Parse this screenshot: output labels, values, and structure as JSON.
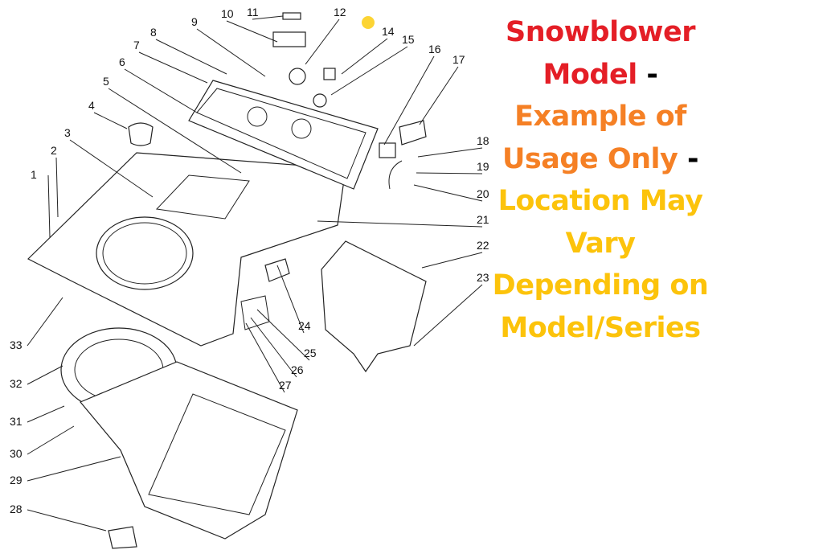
{
  "diagram": {
    "title": "Snowblower dash panel and chute housing exploded view",
    "callouts": [
      "1",
      "2",
      "3",
      "4",
      "5",
      "6",
      "7",
      "8",
      "9",
      "10",
      "11",
      "12",
      "14",
      "15",
      "16",
      "17",
      "18",
      "19",
      "20",
      "21",
      "22",
      "23",
      "24",
      "25",
      "26",
      "27",
      "28",
      "29",
      "30",
      "31",
      "32",
      "33"
    ]
  },
  "caption": {
    "line1": "Snowblower",
    "line2": "Model",
    "dash1": "-",
    "line3": "Example of",
    "line4": "Usage Only",
    "dash2": "-",
    "line5": "Location May",
    "line6": "Vary",
    "line7": "Depending on",
    "line8": "Model/Series"
  },
  "colors": {
    "red": "#e41e26",
    "orange": "#f58025",
    "yellow": "#fcc30b",
    "marker": "#fcd434"
  }
}
